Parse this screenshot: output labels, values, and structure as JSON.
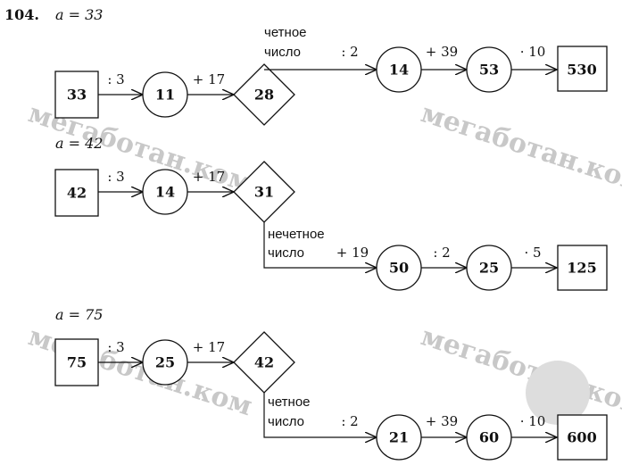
{
  "problem_number": "104.",
  "watermark": "мегаботан.ком",
  "flows": [
    {
      "heading": "a = 33",
      "start": "33",
      "op1": ": 3",
      "v1": "11",
      "op2": "+ 17",
      "v2": "28",
      "branch_line1": "четное",
      "branch_line2": "число",
      "op3": ": 2",
      "v3": "14",
      "op4": "+ 39",
      "v4": "53",
      "op5": "· 10",
      "result": "530"
    },
    {
      "heading": "a = 42",
      "start": "42",
      "op1": ": 3",
      "v1": "14",
      "op2": "+ 17",
      "v2": "31",
      "branch_line1": "нечетное",
      "branch_line2": "число",
      "op3": "+ 19",
      "v3": "50",
      "op4": ": 2",
      "v4": "25",
      "op5": "· 5",
      "result": "125"
    },
    {
      "heading": "a = 75",
      "start": "75",
      "op1": ": 3",
      "v1": "25",
      "op2": "+ 17",
      "v2": "42",
      "branch_line1": "четное",
      "branch_line2": "число",
      "op3": ": 2",
      "v3": "21",
      "op4": "+ 39",
      "v4": "60",
      "op5": "· 10",
      "result": "600"
    }
  ]
}
